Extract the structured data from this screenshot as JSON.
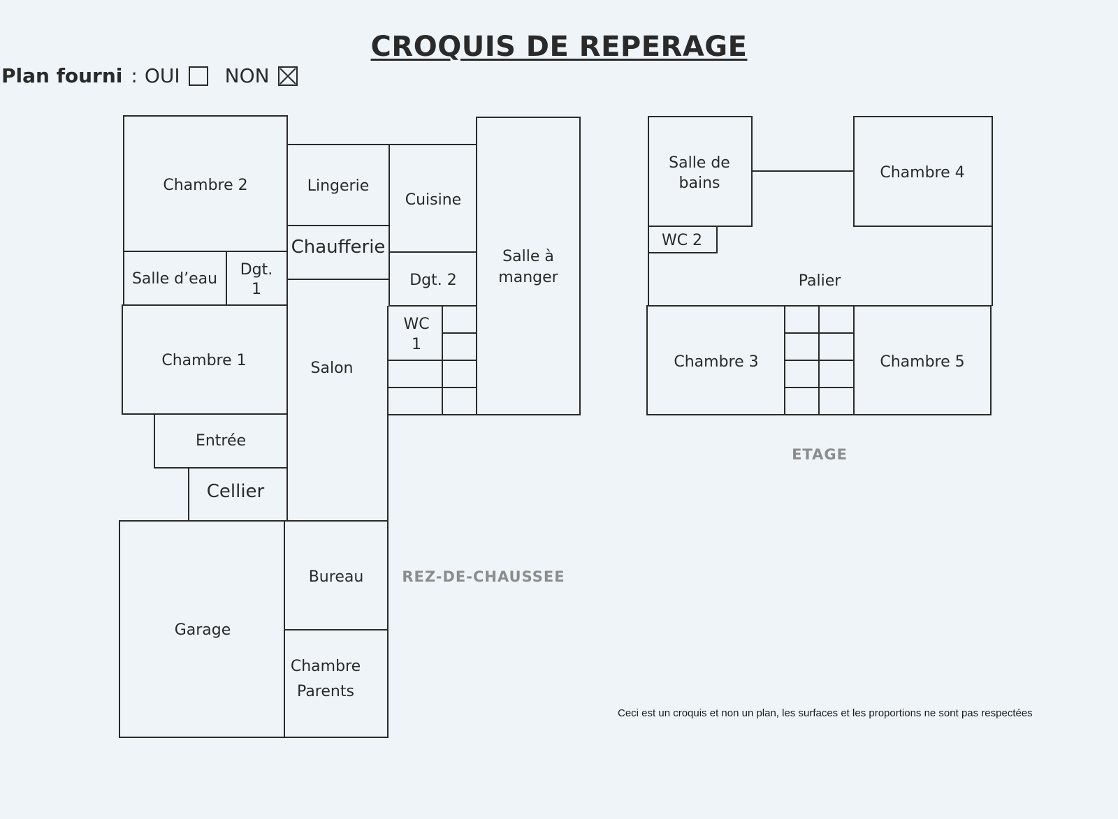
{
  "title": "CROQUIS DE REPERAGE",
  "plan_fourni": {
    "label": "Plan fourni",
    "separator": ":",
    "oui_label": "OUI",
    "oui_checked": false,
    "non_label": "NON",
    "non_checked": true
  },
  "rdc": {
    "caption": "REZ-DE-CHAUSSEE",
    "rooms": {
      "chambre2": "Chambre 2",
      "lingerie": "Lingerie",
      "cuisine": "Cuisine",
      "salle_a_manger_1": "Salle à",
      "salle_a_manger_2": "manger",
      "chaufferie": "Chaufferie",
      "salle_deau": "Salle d’eau",
      "dgt1_1": "Dgt.",
      "dgt1_2": "1",
      "dgt2": "Dgt. 2",
      "wc1_1": "WC",
      "wc1_2": "1",
      "chambre1": "Chambre 1",
      "salon": "Salon",
      "entree": "Entrée",
      "cellier": "Cellier",
      "garage": "Garage",
      "bureau": "Bureau",
      "chambre_parents_1": "Chambre",
      "chambre_parents_2": "Parents"
    }
  },
  "etage": {
    "caption": "ETAGE",
    "rooms": {
      "salle_de_bains_1": "Salle de",
      "salle_de_bains_2": "bains",
      "chambre4": "Chambre 4",
      "wc2": "WC 2",
      "palier": "Palier",
      "chambre3": "Chambre 3",
      "chambre5": "Chambre 5"
    }
  },
  "footnote": "Ceci est un croquis et non un plan, les surfaces et les proportions ne sont pas respectées"
}
